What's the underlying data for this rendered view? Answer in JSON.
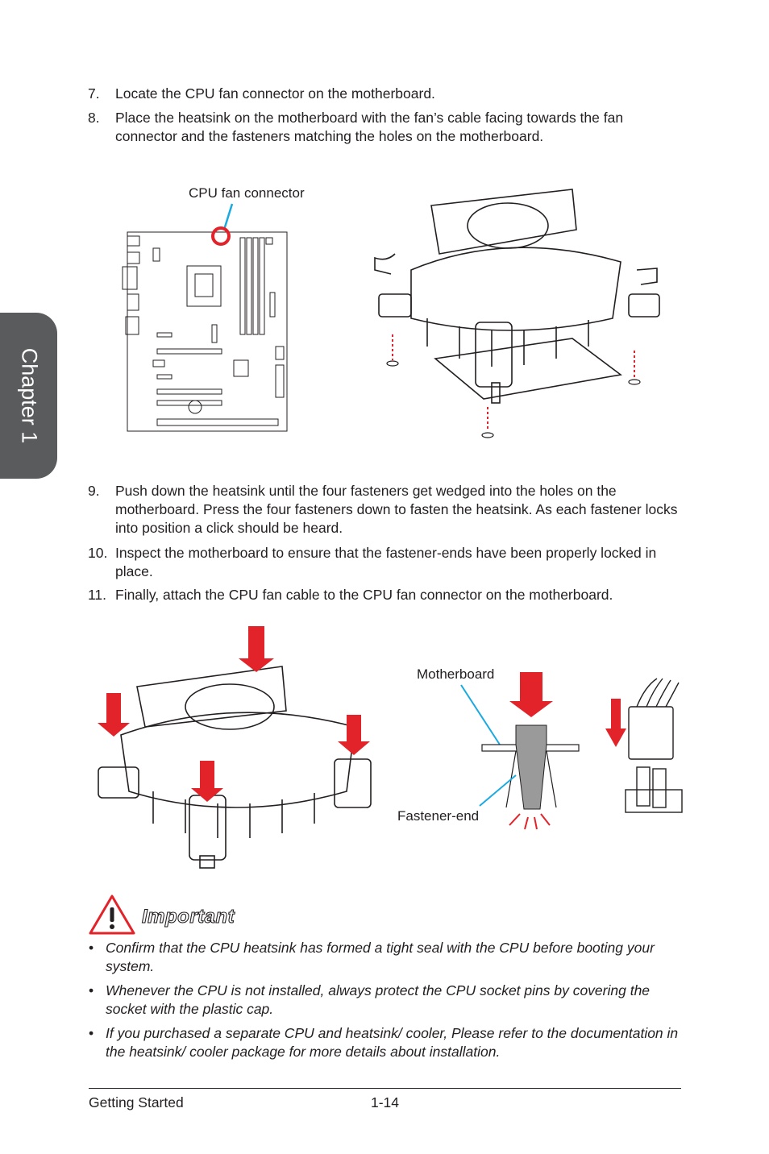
{
  "chapter_tab": "Chapter 1",
  "steps_top": [
    {
      "num": "7.",
      "text": "Locate the CPU fan connector on the motherboard."
    },
    {
      "num": "8.",
      "text": "Place the heatsink on the motherboard with the fan’s cable facing towards the fan connector and the fasteners matching the holes on the motherboard."
    }
  ],
  "figure1": {
    "callout": "CPU fan connector"
  },
  "steps_bottom": [
    {
      "num": "9.",
      "text": "Push down the heatsink until the four fasteners get wedged into the holes on the motherboard. Press the four fasteners down to fasten the heatsink. As each fastener locks into position a click should be heard."
    },
    {
      "num": "10.",
      "text": "Inspect the motherboard to ensure that the fastener-ends have been properly locked in place."
    },
    {
      "num": "11.",
      "text": "Finally, attach the CPU fan cable to the CPU fan connector on the motherboard."
    }
  ],
  "figure2": {
    "motherboard_label": "Motherboard",
    "fastener_label": "Fastener-end"
  },
  "important": {
    "title": "Important",
    "items": [
      "Confirm that the CPU heatsink has formed a tight seal with the CPU before booting your system.",
      "Whenever the CPU is not installed, always protect the CPU socket pins by covering the socket with the plastic cap.",
      "If you purchased a separate CPU and heatsink/ cooler, Please refer to the documentation in the heatsink/ cooler package for more details about installation."
    ]
  },
  "footer": {
    "section": "Getting Started",
    "page": "1-14"
  },
  "colors": {
    "accent_red": "#e2232a",
    "callout_blue": "#1aa9e0",
    "tab_gray": "#5a5b5d"
  }
}
